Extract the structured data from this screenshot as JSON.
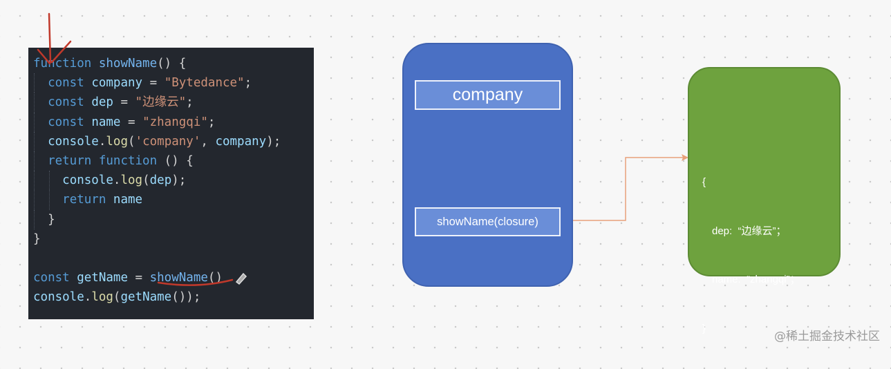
{
  "code": {
    "lines": [
      [
        "function",
        " ",
        "showName",
        "() {"
      ],
      [
        "const",
        " ",
        "company",
        " = ",
        "\"Bytedance\"",
        ";"
      ],
      [
        "const",
        " ",
        "dep",
        " = ",
        "\"边缘云\"",
        ";"
      ],
      [
        "const",
        " ",
        "name",
        " = ",
        "\"zhangqi\"",
        ";"
      ],
      [
        "console",
        ".",
        "log",
        "(",
        "'company'",
        ", ",
        "company",
        ");"
      ],
      [
        "return",
        " ",
        "function",
        " () {"
      ],
      [
        "console",
        ".",
        "log",
        "(",
        "dep",
        ");"
      ],
      [
        "return",
        " ",
        "name"
      ],
      [
        "}"
      ],
      [
        "}"
      ],
      [],
      [
        "const",
        " ",
        "getName",
        " = ",
        "showName",
        "()"
      ],
      [
        "console",
        ".",
        "log",
        "(",
        "getName",
        "());"
      ]
    ]
  },
  "scope_box": {
    "company_label": "company",
    "closure_label": "showName(closure)"
  },
  "closure_box": {
    "open_brace": "{",
    "dep_key": "dep:",
    "dep_value": "“边缘云”；",
    "name_key": "name:",
    "name_value": "“zhangqi”；",
    "close_brace": "}"
  },
  "watermark": "@稀土掘金技术社区",
  "colors": {
    "code_bg": "#23272e",
    "scope_box": "#4a70c4",
    "closure_box": "#6ea23e",
    "connector": "#e8a07a",
    "pen_mark": "#c0392b"
  }
}
